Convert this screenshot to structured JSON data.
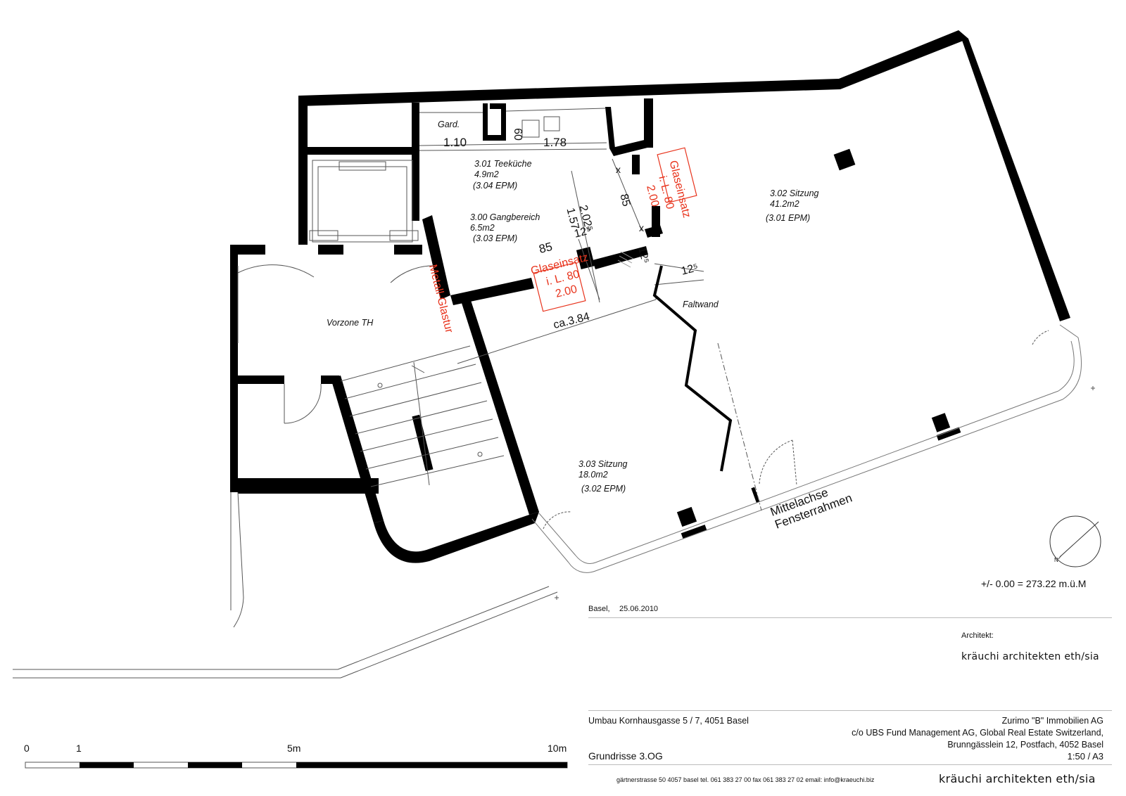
{
  "rooms": {
    "gard": "Gard.",
    "teekueche": {
      "name": "3.01 Teeküche",
      "area": "4.9m2",
      "epm": "(3.04 EPM)"
    },
    "gang": {
      "name": "3.00 Gangbereich",
      "area": "6.5m2",
      "epm": "(3.03 EPM)"
    },
    "sitzung2": {
      "name": "3.02 Sitzung",
      "area": "41.2m2",
      "epm": "(3.01 EPM)"
    },
    "sitzung3": {
      "name": "3.03 Sitzung",
      "area": "18.0m2",
      "epm": "(3.02 EPM)"
    },
    "vorzone": "Vorzone TH",
    "faltwand": "Faltwand"
  },
  "dimensions": {
    "d110": "1.10",
    "d60": "60",
    "d178": "1.78",
    "d2025": "2.02⁵",
    "d157": "1.57",
    "d85a": "85",
    "d85b": "85",
    "d125a": "12⁵",
    "d125b": "12⁵",
    "d125c": "12⁵",
    "x1": "x",
    "x2": "x",
    "ca384": "ca.3.84"
  },
  "annotations_red": {
    "metall": "Metall-Glastur",
    "glas1": {
      "label": "Glaseinsatz",
      "il": "i. L. 80",
      "h": "2.00"
    },
    "glas2": {
      "label": "Glaseinsatz",
      "il": "i. L. 80",
      "h": "2.00"
    }
  },
  "mittelachse": [
    "Mittelachse",
    "Fensterrahmen"
  ],
  "north": "N",
  "elevation": "+/- 0.00 = 273.22 m.ü.M",
  "scale_bar": {
    "l0": "0",
    "l1": "1",
    "l5": "5m",
    "l10": "10m"
  },
  "title_block": {
    "date_place": "Basel,",
    "date": "25.06.2010",
    "architekt_label": "Architekt:",
    "architekt_name": "kräuchi architekten eth/sia",
    "project": "Umbau Kornhausgasse 5 / 7, 4051 Basel",
    "client1": "Zurimo \"B\" Immobilien AG",
    "client2": "c/o  UBS Fund Management AG, Global Real Estate Switzerland,",
    "client3": "Brunngässlein 12, Postfach, 4052 Basel",
    "drawing": "Grundrisse 3.OG",
    "scale": "1:50 / A3",
    "footer_address": "gärtnerstrasse 50 4057 basel tel. 061 383 27 00 fax 061 383 27 02 email: info@kraeuchi.biz",
    "footer_brand": "kräuchi architekten eth/sia"
  },
  "colors": {
    "wall": "#000000",
    "red": "#e8331c",
    "thin": "#555555",
    "rule": "#bbbbbb"
  }
}
